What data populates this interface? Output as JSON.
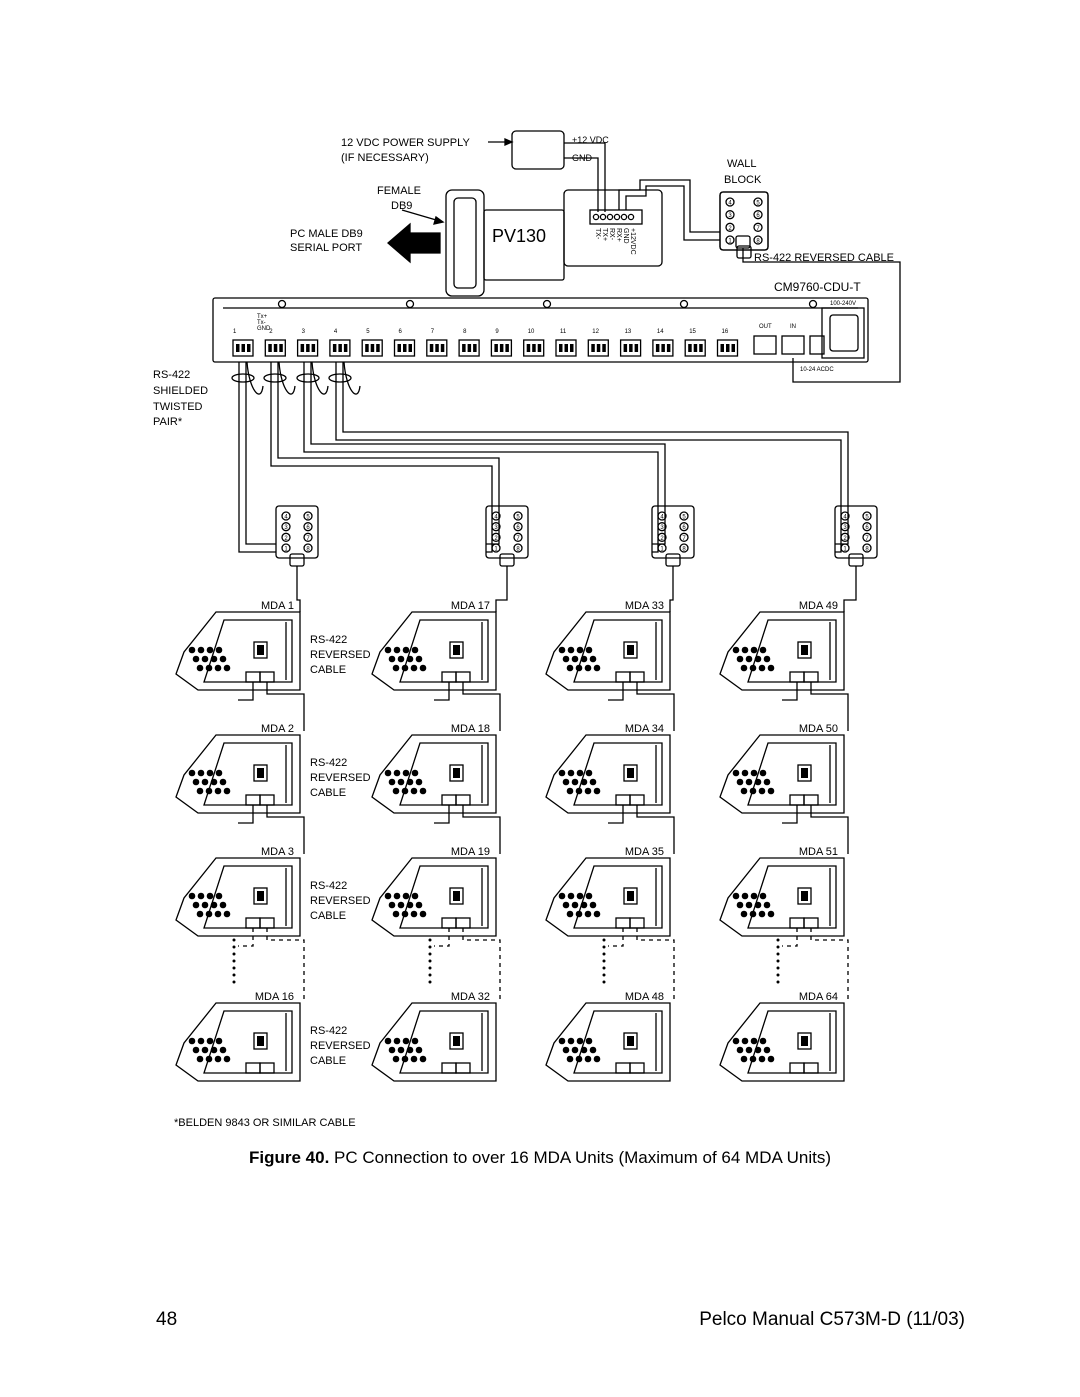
{
  "labels": {
    "power_supply_line1": "12 VDC POWER SUPPLY",
    "power_supply_line2": "(IF NECESSARY)",
    "plus12vdc": "+12 VDC",
    "gnd": "GND",
    "female_line1": "FEMALE",
    "female_line2": "DB9",
    "pc_male_line1": "PC MALE DB9",
    "pc_male_line2": "SERIAL PORT",
    "pv130": "PV130",
    "wall_line1": "WALL",
    "wall_line2": "BLOCK",
    "rs422_reversed_top": "RS-422 REVERSED CABLE",
    "cdu": "CM9760-CDU-T",
    "voltage": "100-240V",
    "dc_label": "10-24 ACDC",
    "out": "OUT",
    "in": "IN",
    "pin_tx_plus": "Tx+",
    "pin_tx_minus": "Tx-",
    "pin_gnd": "GND",
    "rs422_side_1": "RS-422",
    "rs422_side_2": "SHIELDED",
    "rs422_side_3": "TWISTED",
    "rs422_side_4": "PAIR*",
    "terminal_pins": [
      "TX-",
      "TX+",
      "RX-",
      "RX+",
      "GND",
      "+12VDC"
    ],
    "belden": "*BELDEN 9843 OR SIMILAR CABLE"
  },
  "port_numbers": [
    "1",
    "2",
    "3",
    "4",
    "5",
    "6",
    "7",
    "8",
    "9",
    "10",
    "11",
    "12",
    "13",
    "14",
    "15",
    "16"
  ],
  "wall_block_pins": [
    "4",
    "5",
    "3",
    "6",
    "2",
    "7",
    "1",
    "8"
  ],
  "mda_columns": [
    [
      "MDA 1",
      "MDA 2",
      "MDA 3",
      "MDA 16"
    ],
    [
      "MDA 17",
      "MDA 18",
      "MDA 19",
      "MDA 32"
    ],
    [
      "MDA 33",
      "MDA 34",
      "MDA 35",
      "MDA 48"
    ],
    [
      "MDA 49",
      "MDA 50",
      "MDA 51",
      "MDA 64"
    ]
  ],
  "rs422_reversed_cable": [
    "RS-422",
    "REVERSED",
    "CABLE"
  ],
  "figure": {
    "label": "Figure 40.",
    "text": "PC Connection to over 16 MDA Units (Maximum of 64 MDA Units)"
  },
  "footer": {
    "page_number": "48",
    "manual": "Pelco Manual C573M-D (11/03)"
  }
}
